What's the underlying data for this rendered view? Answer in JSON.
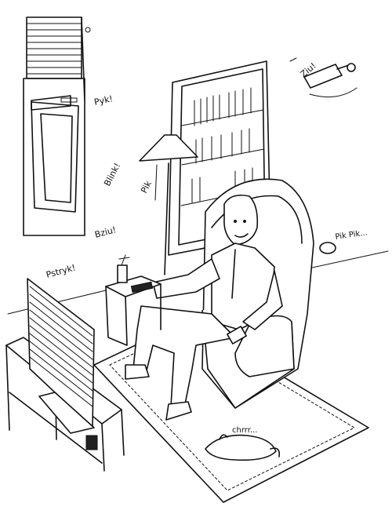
{
  "sounds": {
    "window": "Pyk!",
    "lamp": "Blink!",
    "lamp2": "Pik",
    "bulb": "Bziu!",
    "tv": "Pstryk!",
    "camera": "Ziu!",
    "sensor": "Pik Pik...",
    "cat": "chrrr..."
  }
}
